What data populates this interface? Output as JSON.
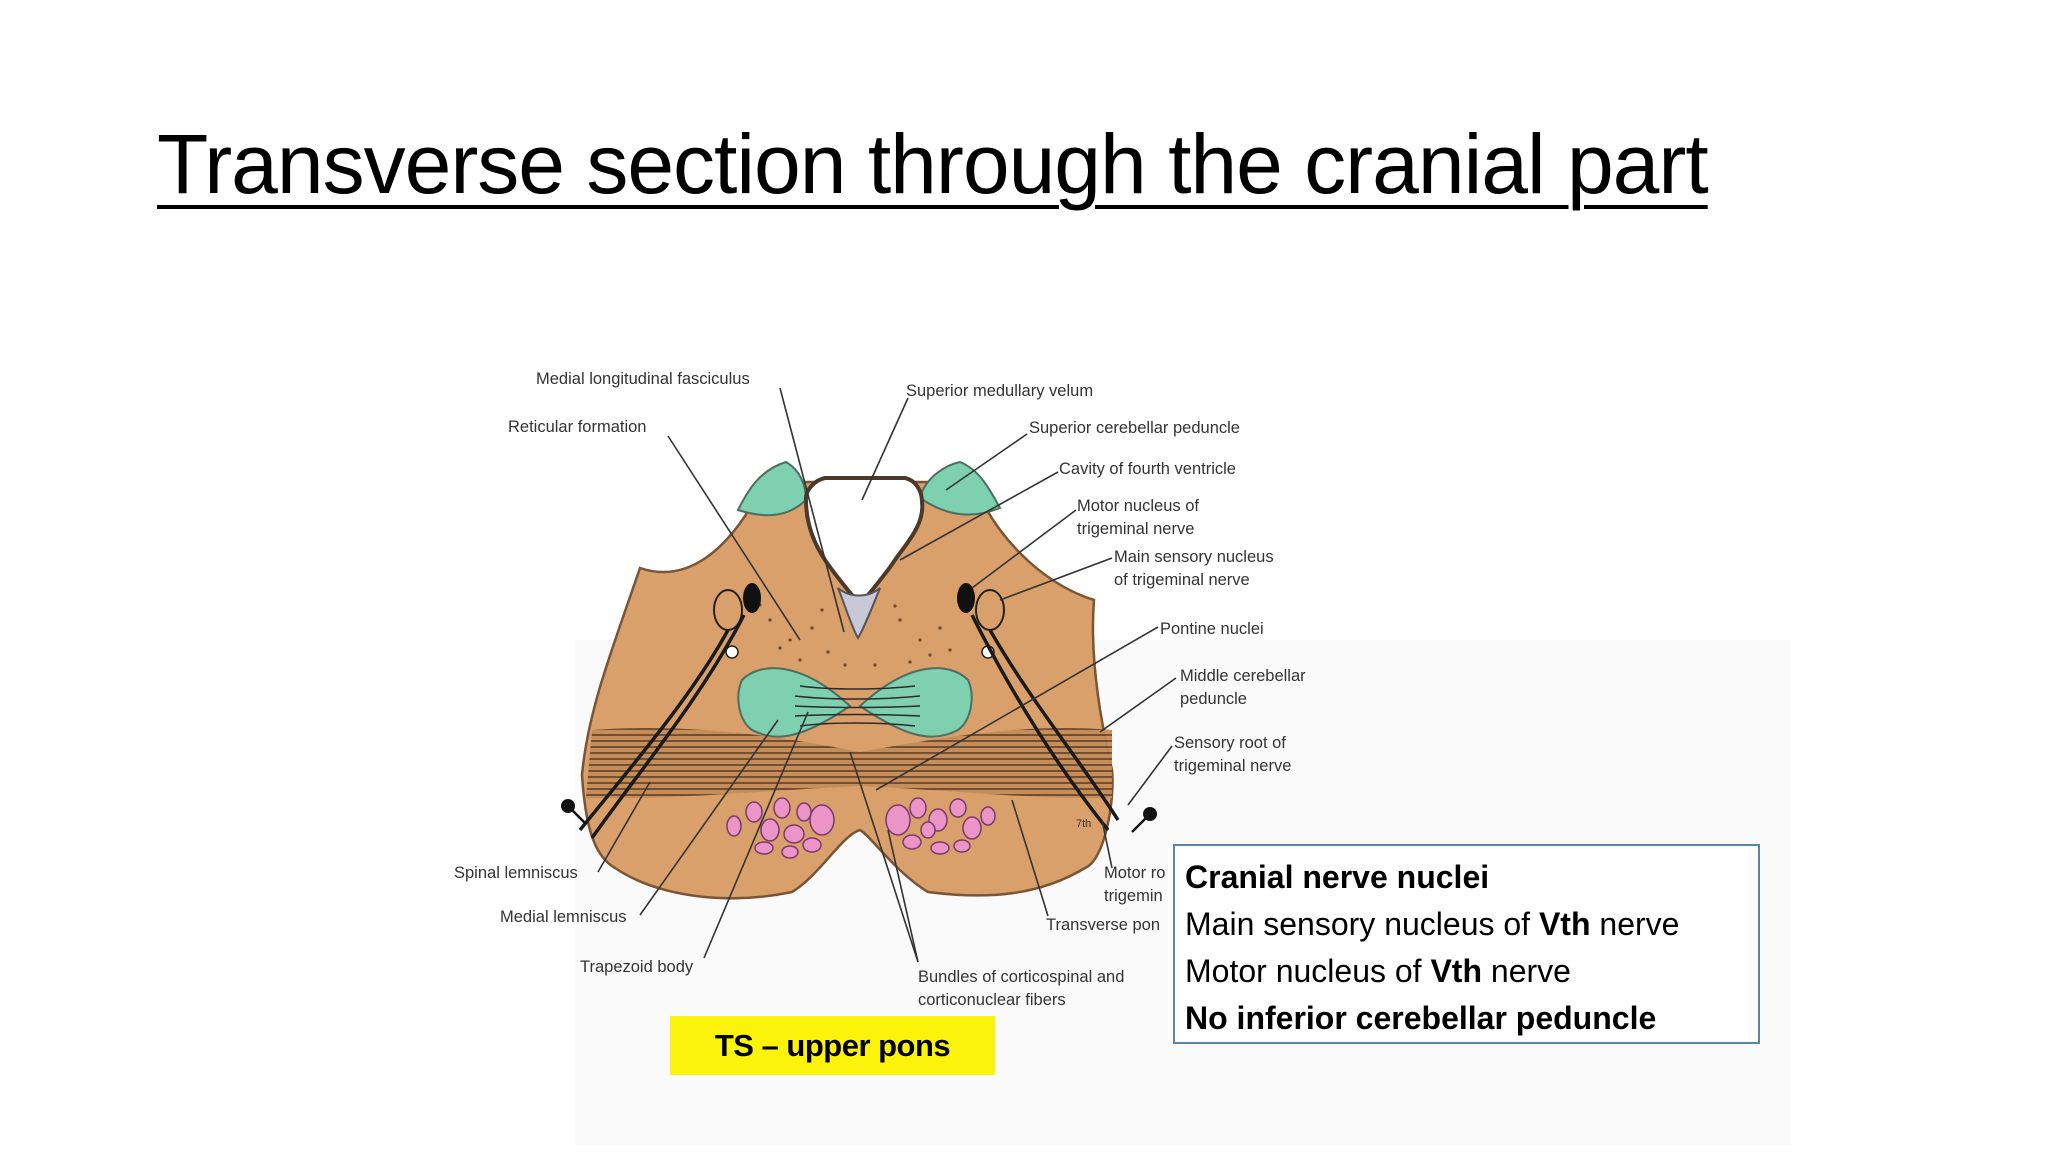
{
  "title": "Transverse section through the cranial part",
  "figure": {
    "labels": {
      "mlf": "Medial longitudinal fasciculus",
      "reticular": "Reticular formation",
      "sup_velum": "Superior medullary velum",
      "sup_peduncle": "Superior cerebellar peduncle",
      "cavity": "Cavity of fourth ventricle",
      "motor_nucleus_1": "Motor nucleus of",
      "motor_nucleus_2": "trigeminal nerve",
      "main_sensory_1": "Main sensory nucleus",
      "main_sensory_2": "of trigeminal nerve",
      "pontine": "Pontine nuclei",
      "middle_peduncle_1": "Middle cerebellar",
      "middle_peduncle_2": "peduncle",
      "sensory_root_1": "Sensory root of",
      "sensory_root_2": "trigeminal nerve",
      "motor_root_1": "Motor ro",
      "motor_root_2": "trigemin",
      "spinal_lemniscus": "Spinal lemniscus",
      "medial_lemniscus": "Medial lemniscus",
      "trapezoid": "Trapezoid body",
      "transverse_pontine": "Transverse pon",
      "bundles_1": "Bundles of corticospinal and",
      "bundles_2": "corticonuclear fibers",
      "small_mark": "7th"
    }
  },
  "caption": "TS – upper pons",
  "nuclei_box": {
    "heading": "Cranial nerve nuclei",
    "line1_pre": "Main sensory nucleus of ",
    "line1_bold": "Vth",
    "line1_post": " nerve",
    "line2_pre": "Motor nucleus of ",
    "line2_bold": "Vth",
    "line2_post": " nerve",
    "line3": "No inferior cerebellar peduncle"
  },
  "colors": {
    "tissue": "#d9a06b",
    "tissue_outline": "#7a5535",
    "green": "#7fcfb1",
    "pink": "#ea94c8",
    "highlight": "#fbf30c",
    "box_border": "#5b85a8"
  }
}
